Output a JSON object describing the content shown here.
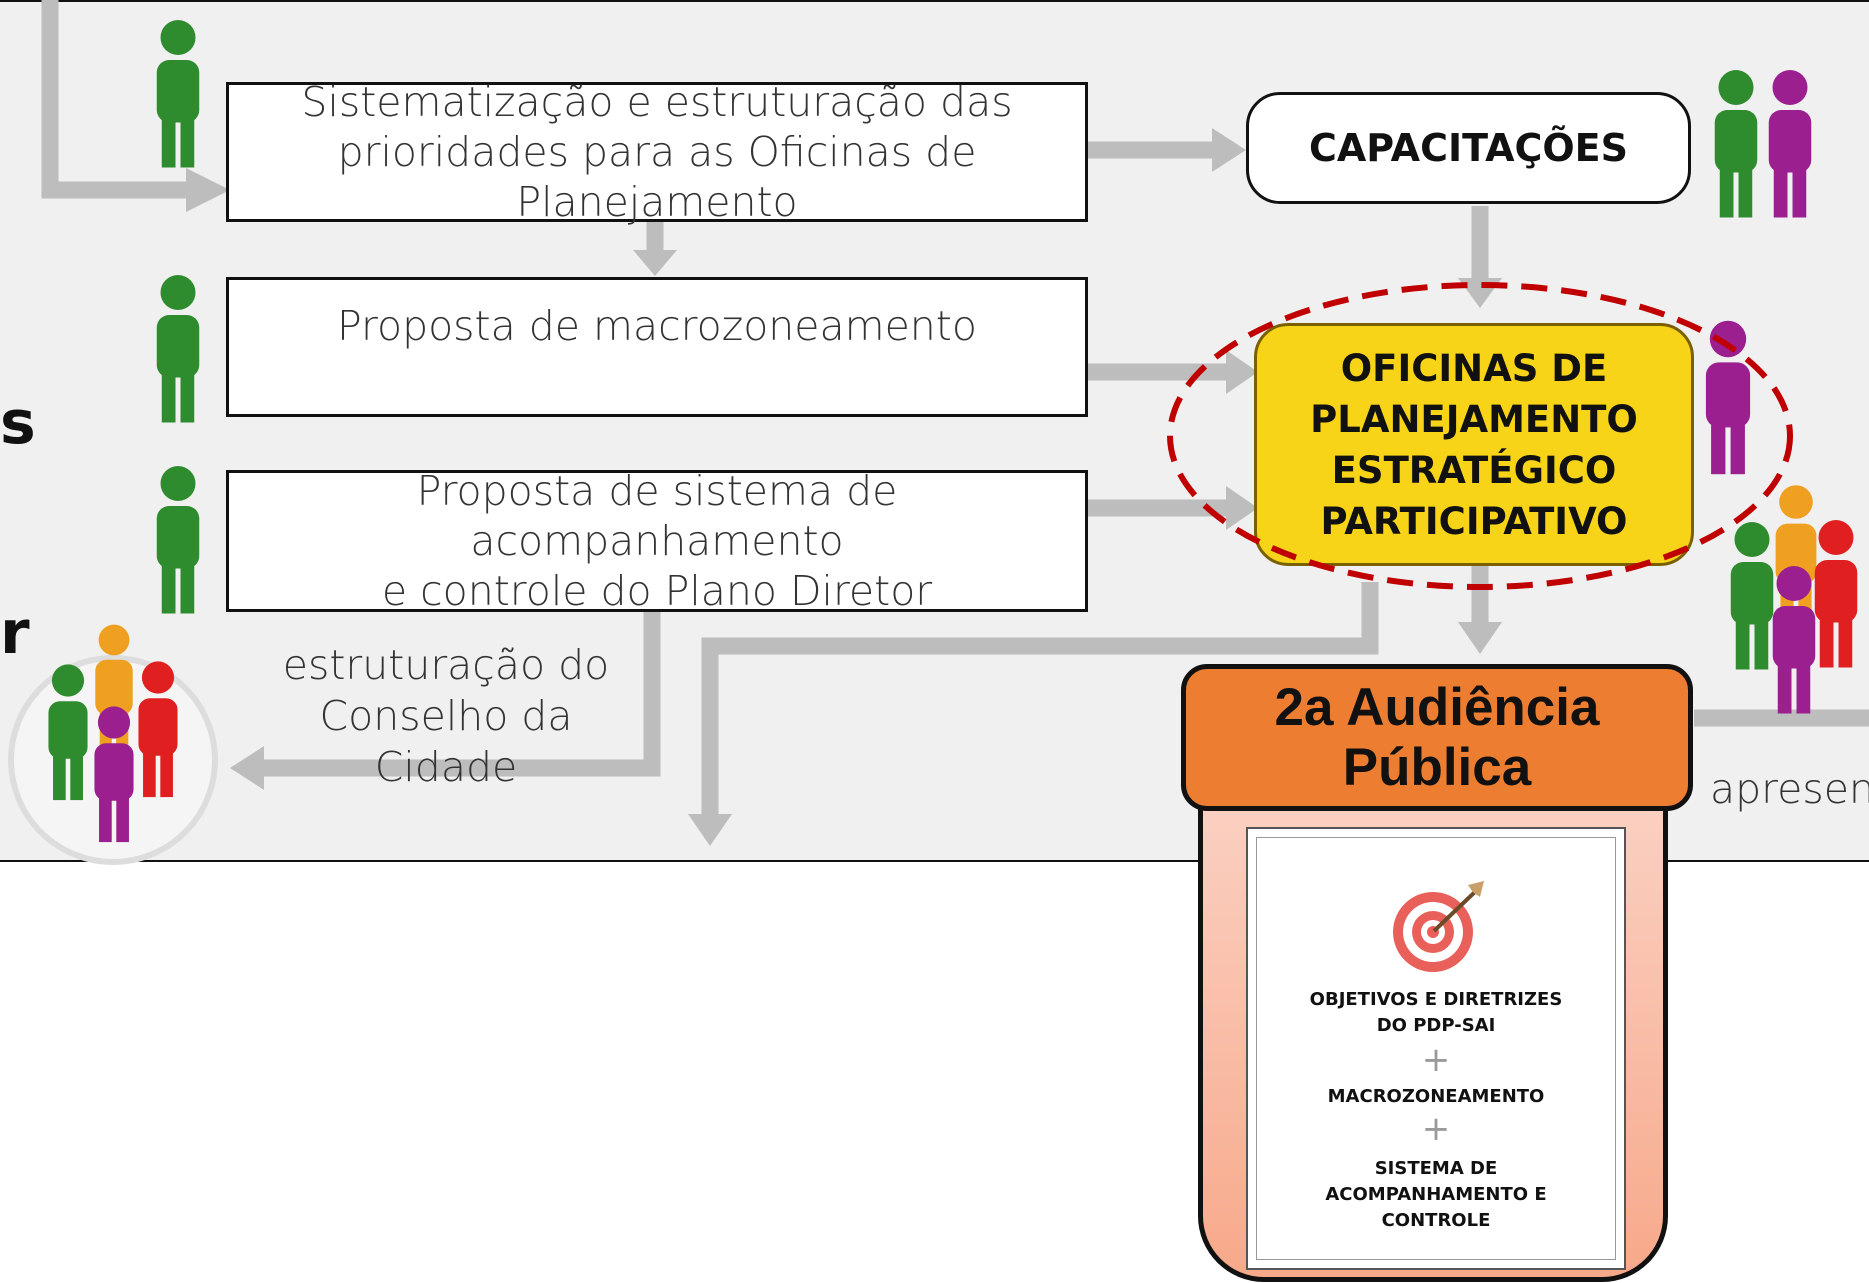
{
  "boxes": {
    "sistematizacao": "Sistematização e estruturação das\nprioridades para as Oficinas de Planejamento",
    "macrozoneamento": "Proposta de macrozoneamento",
    "acompanhamento": "Proposta de sistema de acompanhamento\ne controle do Plano Diretor"
  },
  "capacitacoes": "CAPACITAÇÕES",
  "oficinas": "OFICINAS DE\nPLANEJAMENTO\nESTRATÉGICO\nPARTICIPATIVO",
  "conselho_label": "estruturação do\nConselho da Cidade",
  "apresent_label": "apresent",
  "audiencia": {
    "title": "2a Audiência\nPública",
    "card": {
      "item1": "OBJETIVOS E DIRETRIZES\nDO PDP-SAI",
      "plus": "+",
      "item2": "MACROZONEAMENTO",
      "item3": "SISTEMA DE\nACOMPANHAMENTO E\nCONTROLE"
    }
  },
  "edge_fragments": {
    "left_upper": "s",
    "left_lower": "r"
  },
  "colors": {
    "panel": "#f0f0f0",
    "arrow": "#bdbdbd",
    "oficinas": "#f7d417",
    "audiencia_head": "#ed7d31",
    "audiencia_body": "#f7a98a",
    "highlight_ellipse": "#c00000",
    "person_green": "#2e8b2e",
    "person_purple": "#9b1f8f",
    "person_orange": "#f0a020",
    "person_red": "#e02020"
  },
  "icons": [
    "person-icon",
    "group-icon",
    "target-arrow-icon",
    "arrow-icon"
  ]
}
